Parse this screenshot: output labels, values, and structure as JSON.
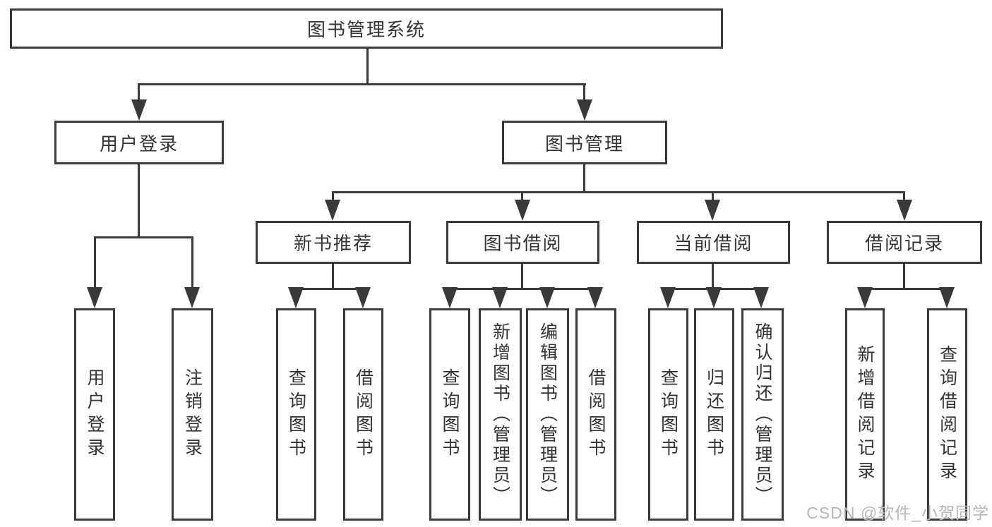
{
  "diagram": {
    "root": "图书管理系统",
    "branches": [
      {
        "label": "用户登录",
        "children": [
          "用户登录",
          "注销登录"
        ]
      },
      {
        "label": "图书管理",
        "children": [
          {
            "label": "新书推荐",
            "children": [
              "查询图书",
              "借阅图书"
            ]
          },
          {
            "label": "图书借阅",
            "children": [
              "查询图书",
              "新增图书（管理员）",
              "编辑图书（管理员）",
              "借阅图书"
            ]
          },
          {
            "label": "当前借阅",
            "children": [
              "查询图书",
              "归还图书",
              "确认归还（管理员）"
            ]
          },
          {
            "label": "借阅记录",
            "children": [
              "新增借阅记录",
              "查询借阅记录"
            ]
          }
        ]
      }
    ]
  },
  "watermark": "CSDN @软件_小贺同学",
  "colors": {
    "box_border": "#3b3b3b",
    "connector": "#3a3a3a",
    "text": "#333333",
    "watermark": "#b7b7b7",
    "background": "#ffffff"
  }
}
